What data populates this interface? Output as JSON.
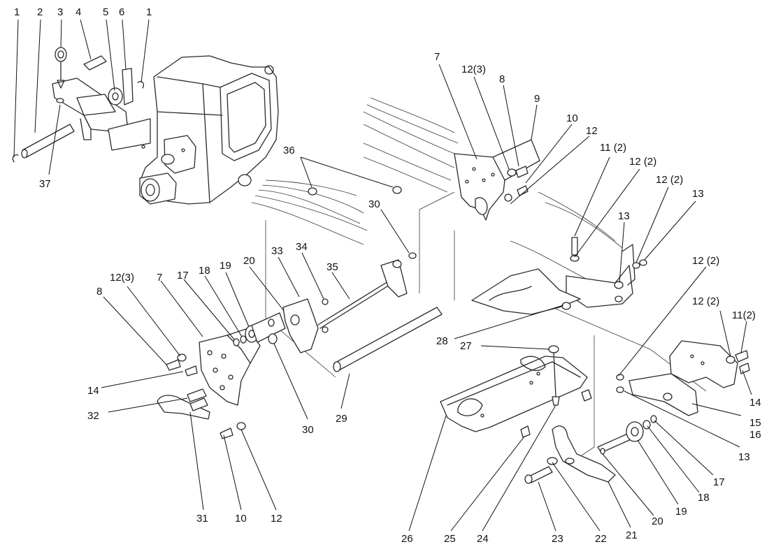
{
  "callouts": [
    {
      "id": "c1a",
      "text": "1"
    },
    {
      "id": "c2",
      "text": "2"
    },
    {
      "id": "c3",
      "text": "3"
    },
    {
      "id": "c4",
      "text": "4"
    },
    {
      "id": "c5",
      "text": "5"
    },
    {
      "id": "c6",
      "text": "6"
    },
    {
      "id": "c1b",
      "text": "1"
    },
    {
      "id": "c37",
      "text": "37"
    },
    {
      "id": "c7a",
      "text": "7"
    },
    {
      "id": "c12_3a",
      "text": "12(3)"
    },
    {
      "id": "c8a",
      "text": "8"
    },
    {
      "id": "c9",
      "text": "9"
    },
    {
      "id": "c10a",
      "text": "10"
    },
    {
      "id": "c12a",
      "text": "12"
    },
    {
      "id": "c11_2a",
      "text": "11 (2)"
    },
    {
      "id": "c12_2a",
      "text": "12 (2)"
    },
    {
      "id": "c12_2b",
      "text": "12 (2)"
    },
    {
      "id": "c13a",
      "text": "13"
    },
    {
      "id": "c13b",
      "text": "13"
    },
    {
      "id": "c36",
      "text": "36"
    },
    {
      "id": "c30a",
      "text": "30"
    },
    {
      "id": "c12_3b",
      "text": "12(3)"
    },
    {
      "id": "c7b",
      "text": "7"
    },
    {
      "id": "c17a",
      "text": "17"
    },
    {
      "id": "c18a",
      "text": "18"
    },
    {
      "id": "c19a",
      "text": "19"
    },
    {
      "id": "c20a",
      "text": "20"
    },
    {
      "id": "c33",
      "text": "33"
    },
    {
      "id": "c34",
      "text": "34"
    },
    {
      "id": "c35",
      "text": "35"
    },
    {
      "id": "c8b",
      "text": "8"
    },
    {
      "id": "c14a",
      "text": "14"
    },
    {
      "id": "c32",
      "text": "32"
    },
    {
      "id": "c31",
      "text": "31"
    },
    {
      "id": "c10b",
      "text": "10"
    },
    {
      "id": "c12b",
      "text": "12"
    },
    {
      "id": "c30b",
      "text": "30"
    },
    {
      "id": "c29",
      "text": "29"
    },
    {
      "id": "c28",
      "text": "28"
    },
    {
      "id": "c27",
      "text": "27"
    },
    {
      "id": "c12_2c",
      "text": "12 (2)"
    },
    {
      "id": "c12_2d",
      "text": "12 (2)"
    },
    {
      "id": "c11_2b",
      "text": "11(2)"
    },
    {
      "id": "c14b",
      "text": "14"
    },
    {
      "id": "c15",
      "text": "15"
    },
    {
      "id": "c16",
      "text": "16"
    },
    {
      "id": "c13c",
      "text": "13"
    },
    {
      "id": "c17b",
      "text": "17"
    },
    {
      "id": "c18b",
      "text": "18"
    },
    {
      "id": "c19b",
      "text": "19"
    },
    {
      "id": "c20b",
      "text": "20"
    },
    {
      "id": "c21",
      "text": "21"
    },
    {
      "id": "c22",
      "text": "22"
    },
    {
      "id": "c23",
      "text": "23"
    },
    {
      "id": "c24",
      "text": "24"
    },
    {
      "id": "c25",
      "text": "25"
    },
    {
      "id": "c26",
      "text": "26"
    }
  ]
}
